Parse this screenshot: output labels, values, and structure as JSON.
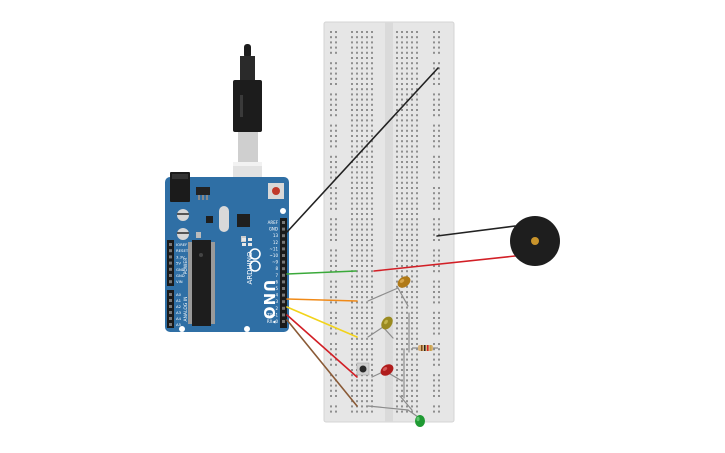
{
  "arduino": {
    "logo": "UNO",
    "brand": "ARDUINO",
    "header_labels": [
      "AREF",
      "GND",
      "13",
      "12",
      "~11",
      "~10",
      "~9",
      "8",
      "7",
      "~6",
      "~5",
      "4",
      "~3",
      "2",
      "TX▶1",
      "RX◀0"
    ],
    "power_labels": [
      "IOREF",
      "RESET",
      "3.3V",
      "5V",
      "GND",
      "GND",
      "VIN"
    ],
    "analog_labels": [
      "A0",
      "A1",
      "A2",
      "A3",
      "A4",
      "A5"
    ],
    "section_power": "POWER",
    "section_analog": "ANALOG IN"
  },
  "components": {
    "buzzer": "buzzer-icon",
    "resistor": "resistor-icon",
    "pushbutton": "pushbutton-icon",
    "leds": [
      "led-amber-icon",
      "led-olive-icon",
      "led-red-icon",
      "led-green-icon"
    ]
  },
  "colors": {
    "board": "#2f6fa5",
    "breadboard": "#e6e6e6",
    "wire_black": "#222222",
    "wire_red": "#d21f26",
    "wire_green": "#3aa93a",
    "wire_orange": "#f08a18",
    "wire_yellow": "#f2d31b",
    "wire_brown": "#8a5a36",
    "led_amber": "#b07a18",
    "led_olive": "#9a8a20",
    "led_red": "#b01c1c",
    "led_green": "#1f9a33"
  }
}
